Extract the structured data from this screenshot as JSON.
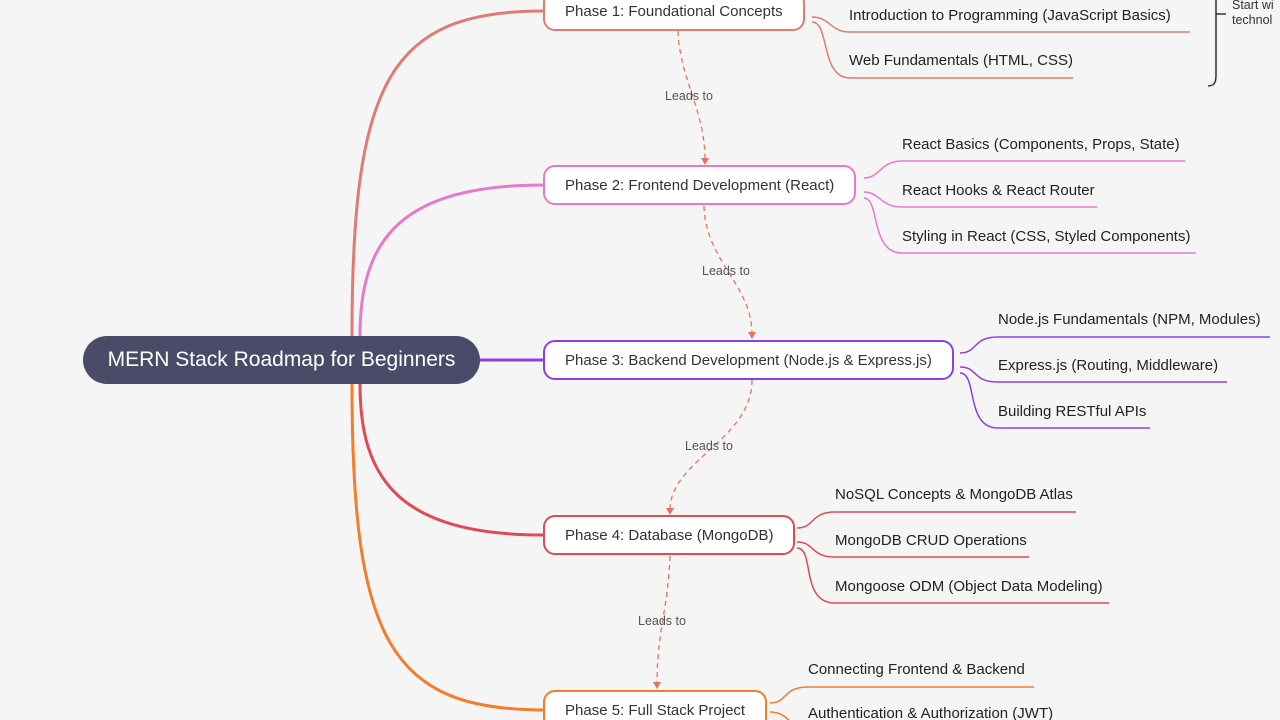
{
  "root": {
    "label": "MERN Stack Roadmap for Beginners"
  },
  "connector_label": "Leads to",
  "phases": [
    {
      "label": "Phase 1: Foundational Concepts",
      "color": "#e07a72",
      "topics": [
        "Introduction to Programming (JavaScript Basics)",
        "Web Fundamentals (HTML, CSS)"
      ]
    },
    {
      "label": "Phase 2: Frontend Development (React)",
      "color": "#e879c9",
      "topics": [
        "React Basics (Components, Props, State)",
        "React Hooks & React Router",
        "Styling in React (CSS, Styled Components)"
      ]
    },
    {
      "label": "Phase 3: Backend Development (Node.js & Express.js)",
      "color": "#8d3ee6",
      "topics": [
        "Node.js Fundamentals (NPM, Modules)",
        "Express.js (Routing, Middleware)",
        "Building RESTful APIs"
      ]
    },
    {
      "label": "Phase 4: Database (MongoDB)",
      "color": "#e04a55",
      "topics": [
        "NoSQL Concepts & MongoDB Atlas",
        "MongoDB CRUD Operations",
        "Mongoose ODM (Object Data Modeling)"
      ]
    },
    {
      "label": "Phase 5: Full Stack Project",
      "color": "#f47c2a",
      "topics": [
        "Connecting Frontend & Backend",
        "Authentication & Authorization (JWT)"
      ]
    }
  ],
  "side_note": {
    "lines": [
      "Start wi",
      "technol"
    ]
  }
}
